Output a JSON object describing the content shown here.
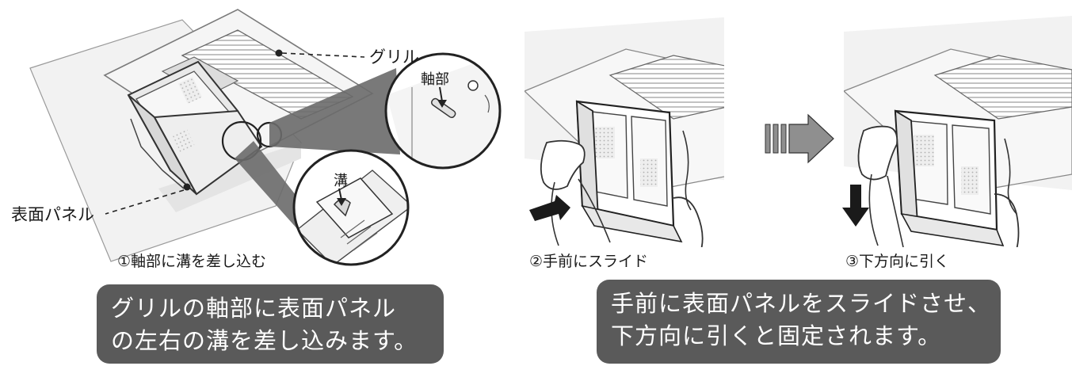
{
  "step1": {
    "grille_label": "グリル",
    "panel_label": "表面パネル",
    "shaft_label": "軸部",
    "groove_label": "溝",
    "caption": "①軸部に溝を差し込む"
  },
  "step2": {
    "caption": "②手前にスライド"
  },
  "step3": {
    "caption": "③下方向に引く"
  },
  "instruction_left": {
    "line1": "グリルの軸部に表面パネル",
    "line2": "の左右の溝を差し込みます。"
  },
  "instruction_right": {
    "line1": "手前に表面パネルをスライドさせ、",
    "line2": "下方向に引くと固定されます。"
  },
  "colors": {
    "box_bg": "#5a5a5a",
    "arrow_gray": "#8f8f8f",
    "arrow_black": "#1a1a1a"
  }
}
